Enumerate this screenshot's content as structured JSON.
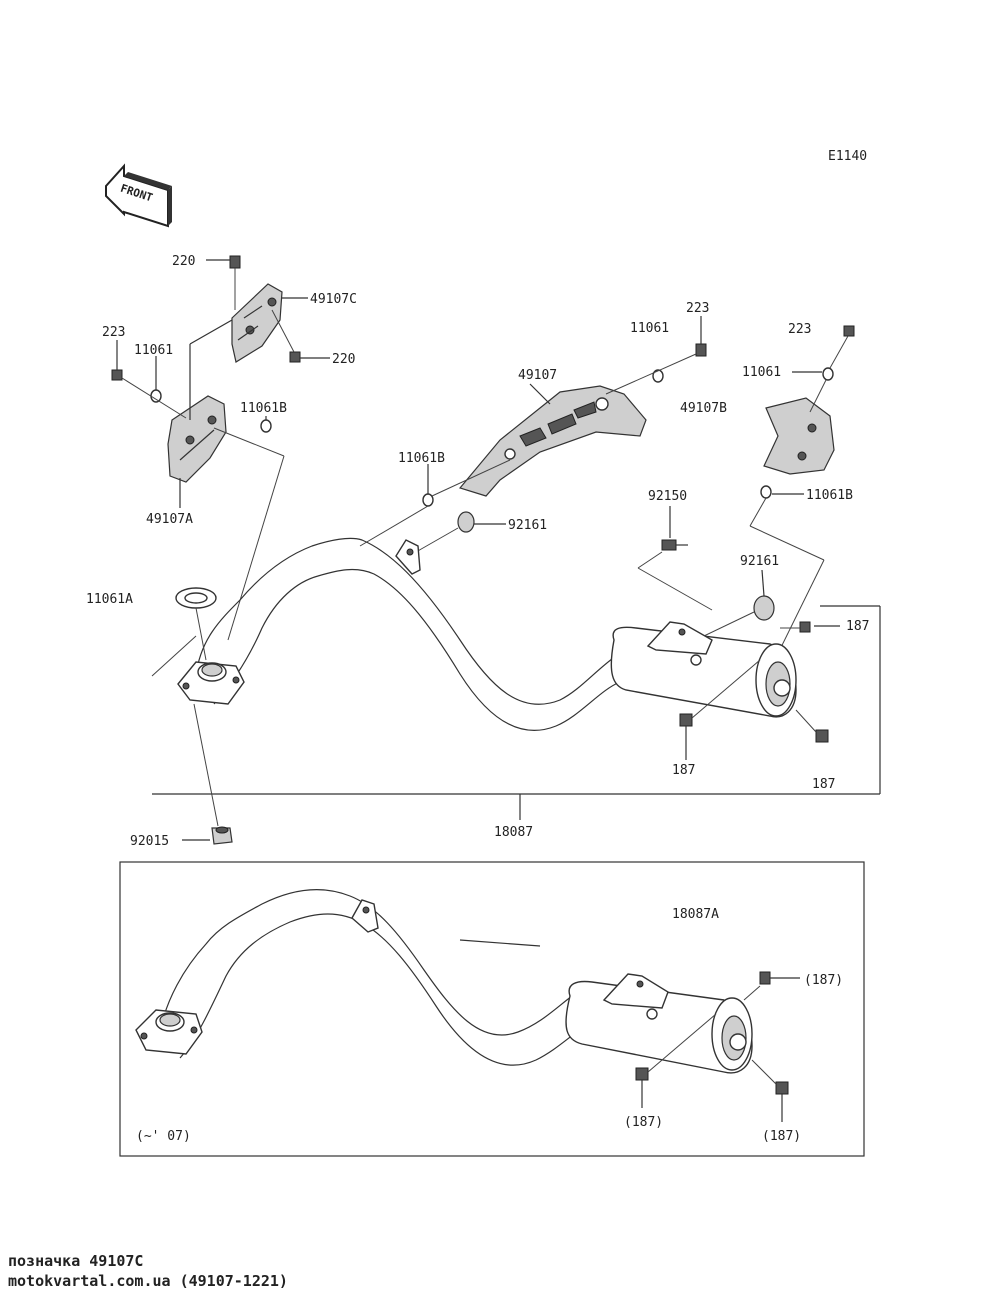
{
  "diagram_code": "E1140",
  "front_label": "FRONT",
  "callouts": {
    "c220_top": "220",
    "c49107C": "49107C",
    "c220_mid": "220",
    "c223_left": "223",
    "c11061_left": "11061",
    "c11061B_left": "11061B",
    "c49107A": "49107A",
    "c223_mid": "223",
    "c11061_mid": "11061",
    "c49107": "49107",
    "c11061B_mid": "11061B",
    "c92161_a": "92161",
    "c223_right": "223",
    "c11061_right": "11061",
    "c49107B": "49107B",
    "c11061B_right": "11061B",
    "c92150": "92150",
    "c92161_b": "92161",
    "c11061A": "11061A",
    "c187_a": "187",
    "c187_b": "187",
    "c187_c": "187",
    "c92015": "92015",
    "c18087": "18087",
    "c18087A": "18087A",
    "c187_p1": "(187)",
    "c187_p2": "(187)",
    "c187_p3": "(187)",
    "c_year": "(~' 07)"
  },
  "footer": {
    "line1": "позначка 49107C",
    "line2": "motokvartal.com.ua (49107-1221)"
  }
}
